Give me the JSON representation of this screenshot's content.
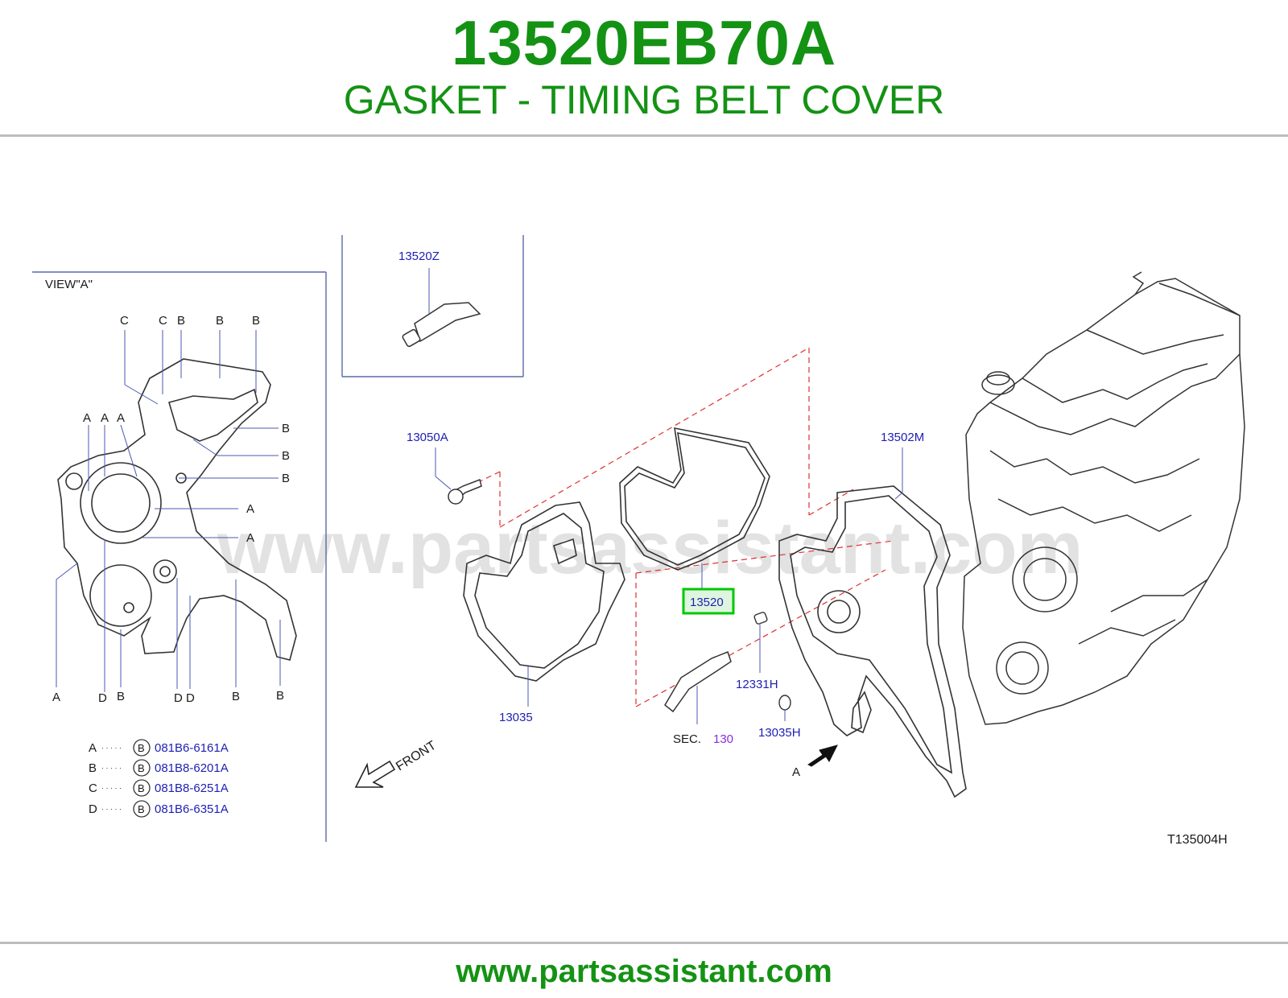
{
  "header": {
    "part_number": "13520EB70A",
    "part_name": "GASKET - TIMING BELT COVER"
  },
  "footer": {
    "url": "www.partsassistant.com"
  },
  "colors": {
    "brand_green": "#149214",
    "link_blue": "#1e1eb4",
    "section_purple": "#8a2be2",
    "highlight_green": "#00c800",
    "dash_red": "#e03030"
  },
  "diagram": {
    "watermark": "www.partsassistant.com",
    "view_label": "VIEW\"A\"",
    "callouts": {
      "c13520z": "13520Z",
      "c13050a": "13050A",
      "c13520": "13520",
      "c13502m": "13502M",
      "c13035": "13035",
      "c12331h": "12331H",
      "c13035h": "13035H",
      "sec_prefix": "SEC.",
      "sec_number": "130"
    },
    "front_label": "FRONT",
    "view_arrow_label": "A",
    "figure_code": "T135004H",
    "view_letters": {
      "top": [
        "C",
        "C",
        "B",
        "B",
        "B"
      ],
      "left": [
        "A",
        "A",
        "A"
      ],
      "right": [
        "B",
        "B",
        "B",
        "A",
        "A"
      ],
      "bottom": [
        "A",
        "D",
        "B",
        "D",
        "D",
        "B",
        "B"
      ]
    },
    "legend": [
      {
        "letter": "A",
        "dots": "· · · · ·",
        "circle": "B",
        "part": "081B6-6161A"
      },
      {
        "letter": "B",
        "dots": "· · · · ·",
        "circle": "B",
        "part": "081B8-6201A"
      },
      {
        "letter": "C",
        "dots": "· · · · ·",
        "circle": "B",
        "part": "081B8-6251A"
      },
      {
        "letter": "D",
        "dots": "· · · · ·",
        "circle": "B",
        "part": "081B6-6351A"
      }
    ]
  }
}
